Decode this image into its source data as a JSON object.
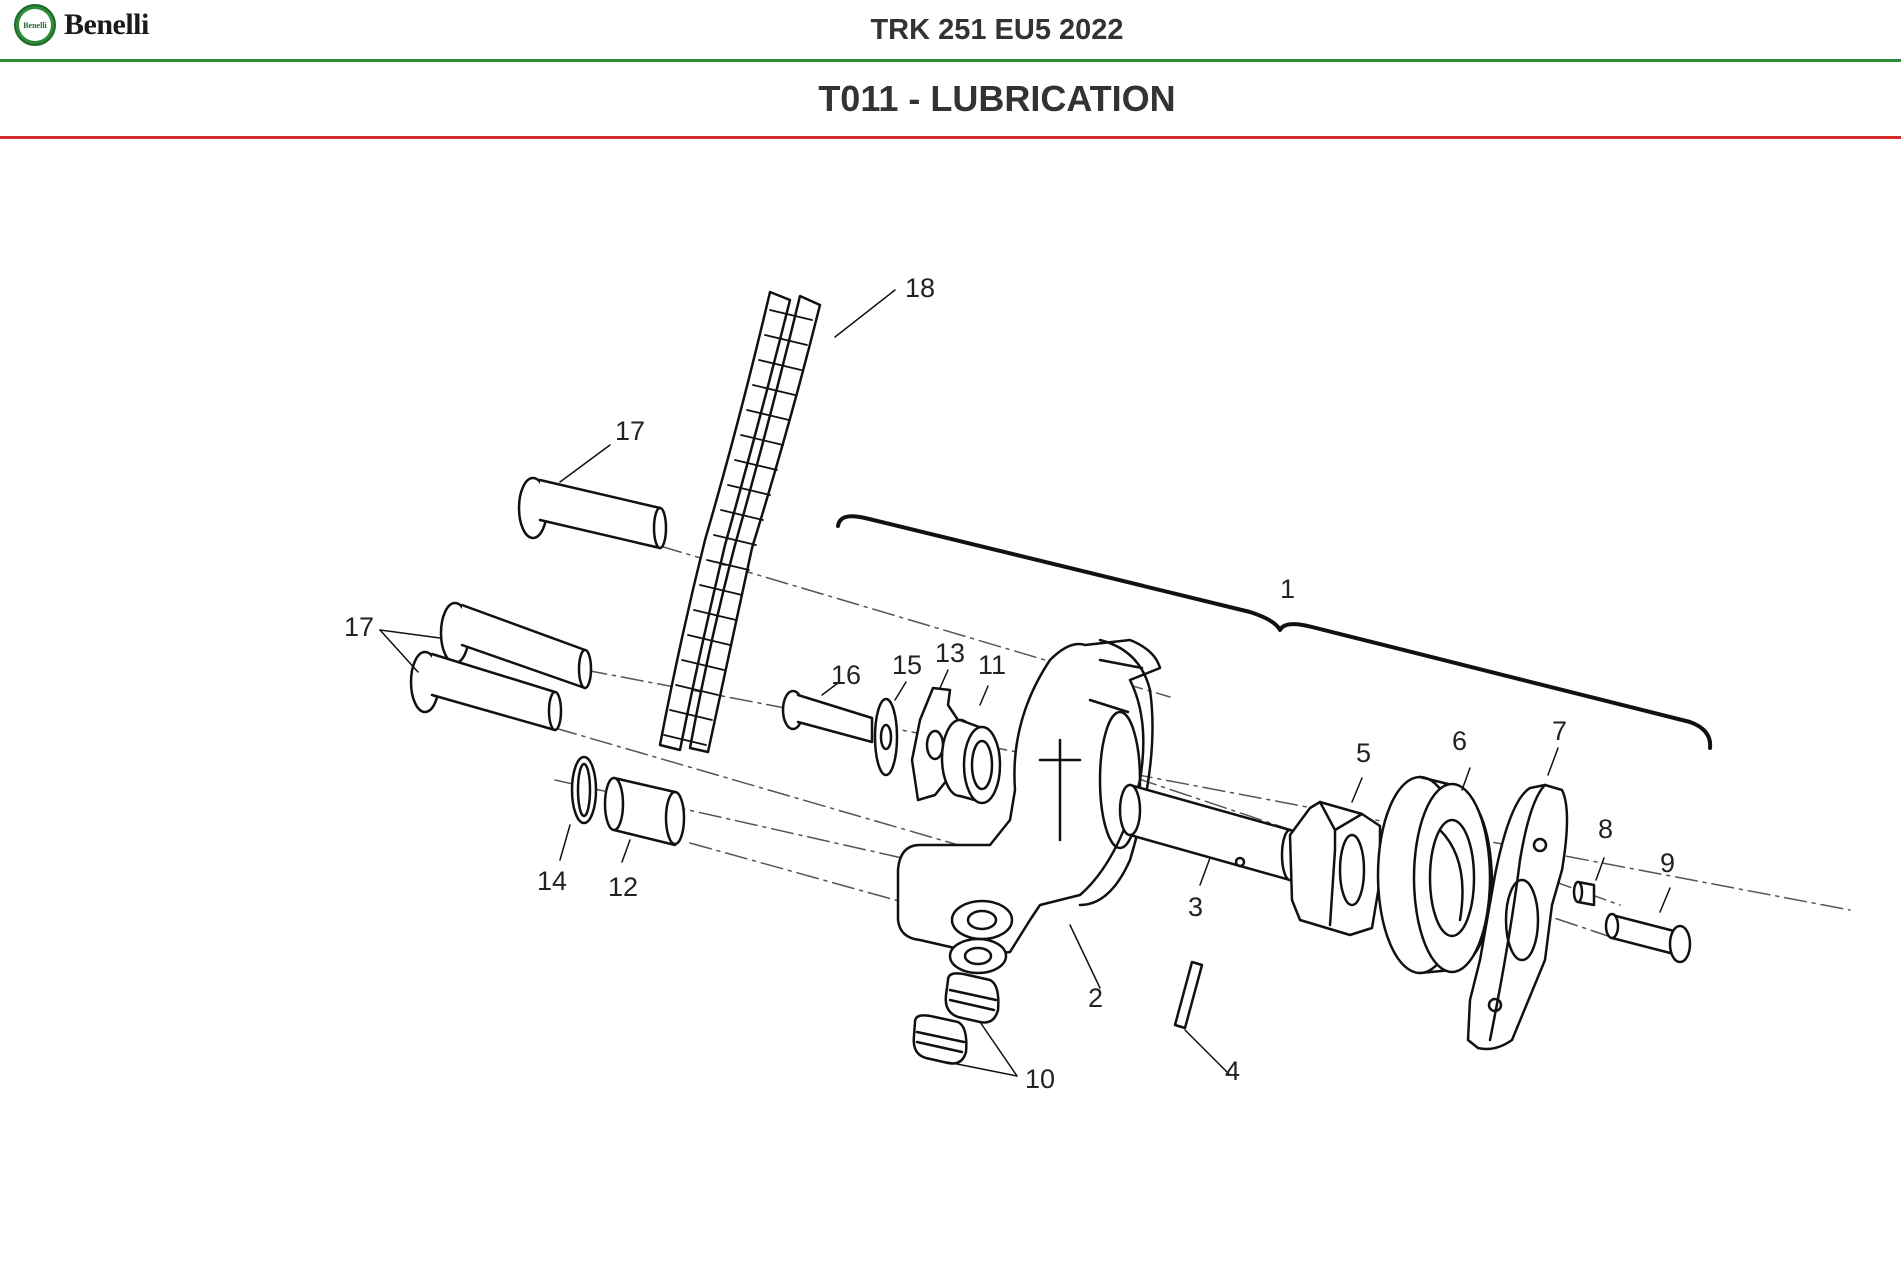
{
  "brand": {
    "name": "Benelli",
    "badge_text": "Benelli",
    "color": "#2e8b3a"
  },
  "header": {
    "model": "TRK 251 EU5 2022"
  },
  "section": {
    "title": "T011 - LUBRICATION"
  },
  "colors": {
    "green_rule": "#2e8b3a",
    "red_rule": "#d42a2a"
  },
  "callouts": {
    "c1": "1",
    "c2": "2",
    "c3": "3",
    "c4": "4",
    "c5": "5",
    "c6": "6",
    "c7": "7",
    "c8": "8",
    "c9": "9",
    "c10": "10",
    "c11": "11",
    "c12": "12",
    "c13": "13",
    "c14": "14",
    "c15": "15",
    "c16": "16",
    "c17a": "17",
    "c17b": "17",
    "c18": "18"
  }
}
